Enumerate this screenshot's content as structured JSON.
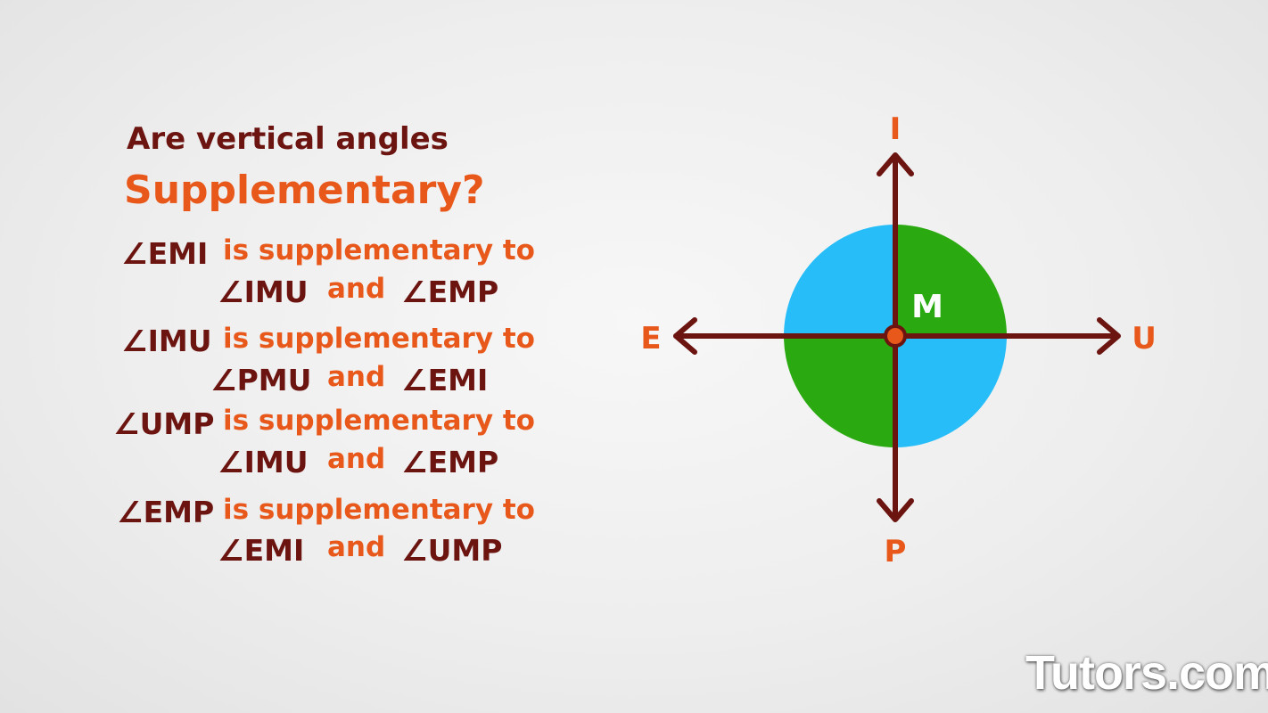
{
  "heading": {
    "line1": "Are vertical angles",
    "line2": "Supplementary?"
  },
  "statements": [
    {
      "subject": "∠EMI",
      "phrase": "is supplementary to",
      "first": "∠IMU",
      "conj": "and",
      "second": "∠EMP"
    },
    {
      "subject": "∠IMU",
      "phrase": "is supplementary to",
      "first": "∠PMU",
      "conj": "and",
      "second": "∠EMI"
    },
    {
      "subject": "∠UMP",
      "phrase": "is supplementary to",
      "first": "∠IMU",
      "conj": "and",
      "second": "∠EMP"
    },
    {
      "subject": "∠EMP",
      "phrase": "is supplementary to",
      "first": "∠EMI",
      "conj": "and",
      "second": "∠UMP"
    }
  ],
  "diagram": {
    "points": {
      "top": "I",
      "left": "E",
      "right": "U",
      "bottom": "P",
      "center": "M"
    },
    "colors": {
      "lines": "#6b1410",
      "labels": "#e8581b",
      "green_sectors": "#2aaa10",
      "blue_sectors": "#26bdf8",
      "center_dot": "#e8581b"
    }
  },
  "brand": {
    "text": "Tutors.com"
  }
}
